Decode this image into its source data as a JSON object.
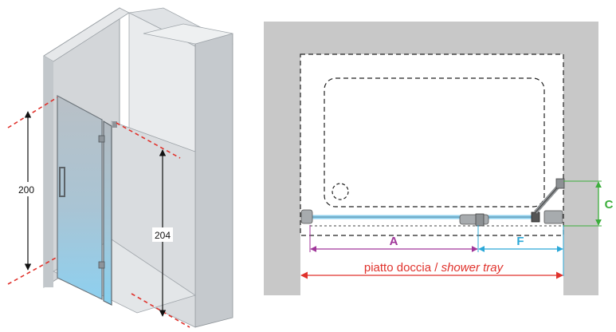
{
  "left_figure": {
    "height_door_label": "200",
    "height_wall_label": "204"
  },
  "right_figure": {
    "label_a": "A",
    "label_f": "F",
    "label_c": "C",
    "tray_label_italian": "piatto doccia / ",
    "tray_label_english": "shower tray"
  },
  "colors": {
    "wall_gray": "#c8c8c8",
    "dimension_red": "#e0322c",
    "dimension_purple": "#a0369a",
    "dimension_cyan": "#2ba8d8",
    "dimension_green": "#3cae3c",
    "glass_blue": "#8fd0ee"
  }
}
